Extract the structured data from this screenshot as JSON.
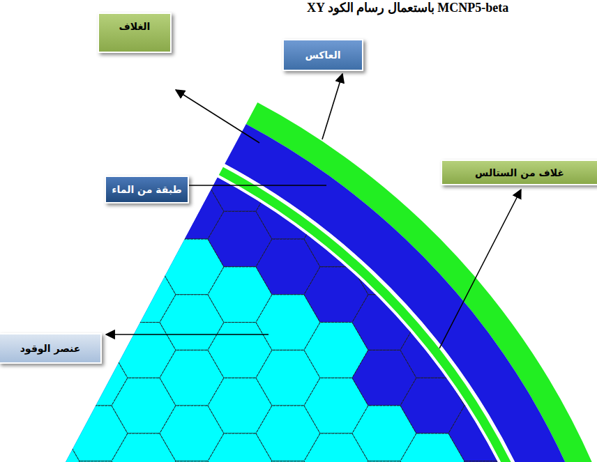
{
  "diagram": {
    "title": "XY باستعمال رسام الكود MCNP5-beta",
    "nodes": [
      {
        "text": [
          "الغلاف"
        ]
      },
      {
        "text": [
          "العاكس"
        ]
      },
      {
        "text": [
          "غلاف من الستالس"
        ]
      },
      {
        "text": [
          "طبقة من الماء"
        ]
      },
      {
        "text": [
          "عنصر الوقود"
        ]
      }
    ]
  }
}
